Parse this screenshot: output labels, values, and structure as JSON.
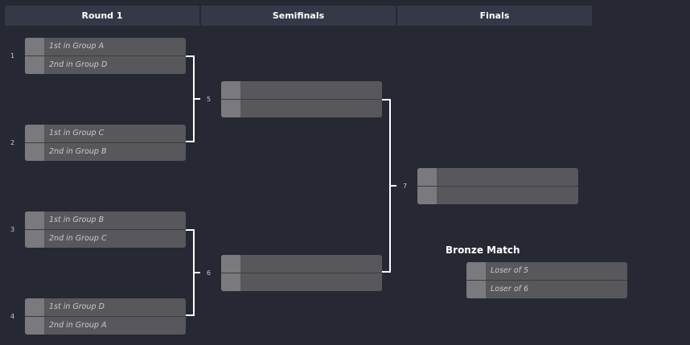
{
  "rounds": [
    "Round 1",
    "Semifinals",
    "Finals"
  ],
  "round1": [
    {
      "number": "1",
      "teams": [
        "1st in Group A",
        "2nd in Group D"
      ]
    },
    {
      "number": "2",
      "teams": [
        "1st in Group C",
        "2nd in Group B"
      ]
    },
    {
      "number": "3",
      "teams": [
        "1st in Group B",
        "2nd in Group C"
      ]
    },
    {
      "number": "4",
      "teams": [
        "1st in Group D",
        "2nd in Group A"
      ]
    }
  ],
  "semifinals": [
    {
      "number": "5",
      "teams": [
        "",
        ""
      ]
    },
    {
      "number": "6",
      "teams": [
        "",
        ""
      ]
    }
  ],
  "finals": {
    "number": "7",
    "teams": [
      "",
      ""
    ]
  },
  "bronze": {
    "title": "Bronze Match",
    "teams": [
      "Loser of 5",
      "Loser of 6"
    ]
  },
  "colors": {
    "background": "#262833",
    "header": "#353846",
    "slot": "#58585c",
    "seed": "#7a7a7e",
    "connector": "#ffffff"
  }
}
